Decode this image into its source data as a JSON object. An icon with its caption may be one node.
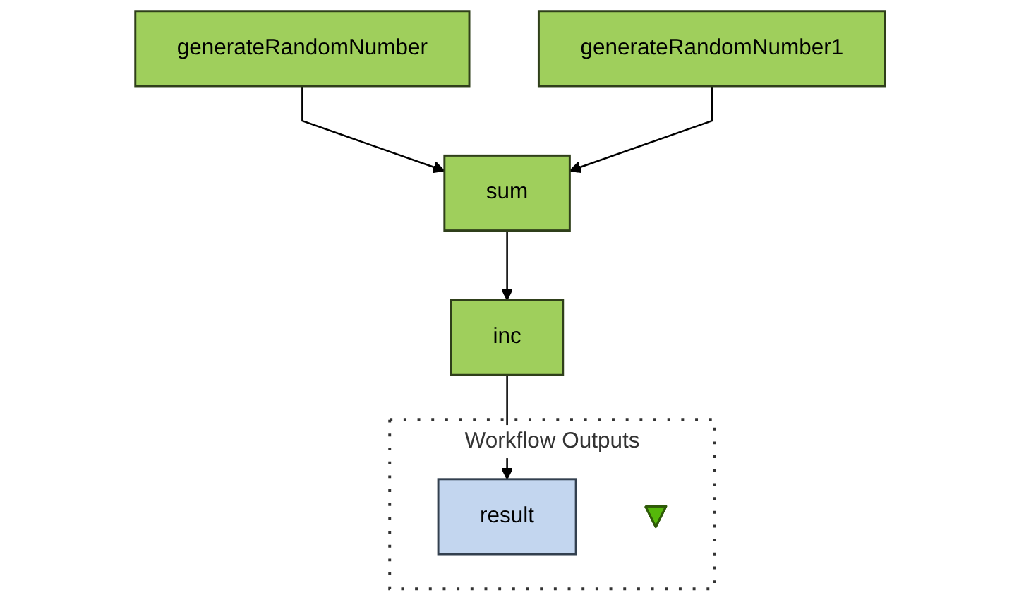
{
  "diagram": {
    "nodes": [
      {
        "text": [
          "generateRandomNumber"
        ]
      },
      {
        "text": [
          "generateRandomNumber1"
        ]
      },
      {
        "text": [
          "sum"
        ]
      },
      {
        "text": [
          "inc"
        ]
      },
      {
        "text": [
          "Workflow Outputs"
        ]
      },
      {
        "text": [
          "result"
        ],
        "in": 4
      },
      {
        "text": [],
        "shape": "triangle",
        "in": 4
      }
    ],
    "edges": [
      {
        "from": 0,
        "to": 2,
        "arrow": "to"
      },
      {
        "from": 1,
        "to": 2,
        "arrow": "to"
      },
      {
        "from": 2,
        "to": 3,
        "arrow": "to"
      },
      {
        "from": 3,
        "to": 5,
        "arrow": "to"
      }
    ]
  }
}
